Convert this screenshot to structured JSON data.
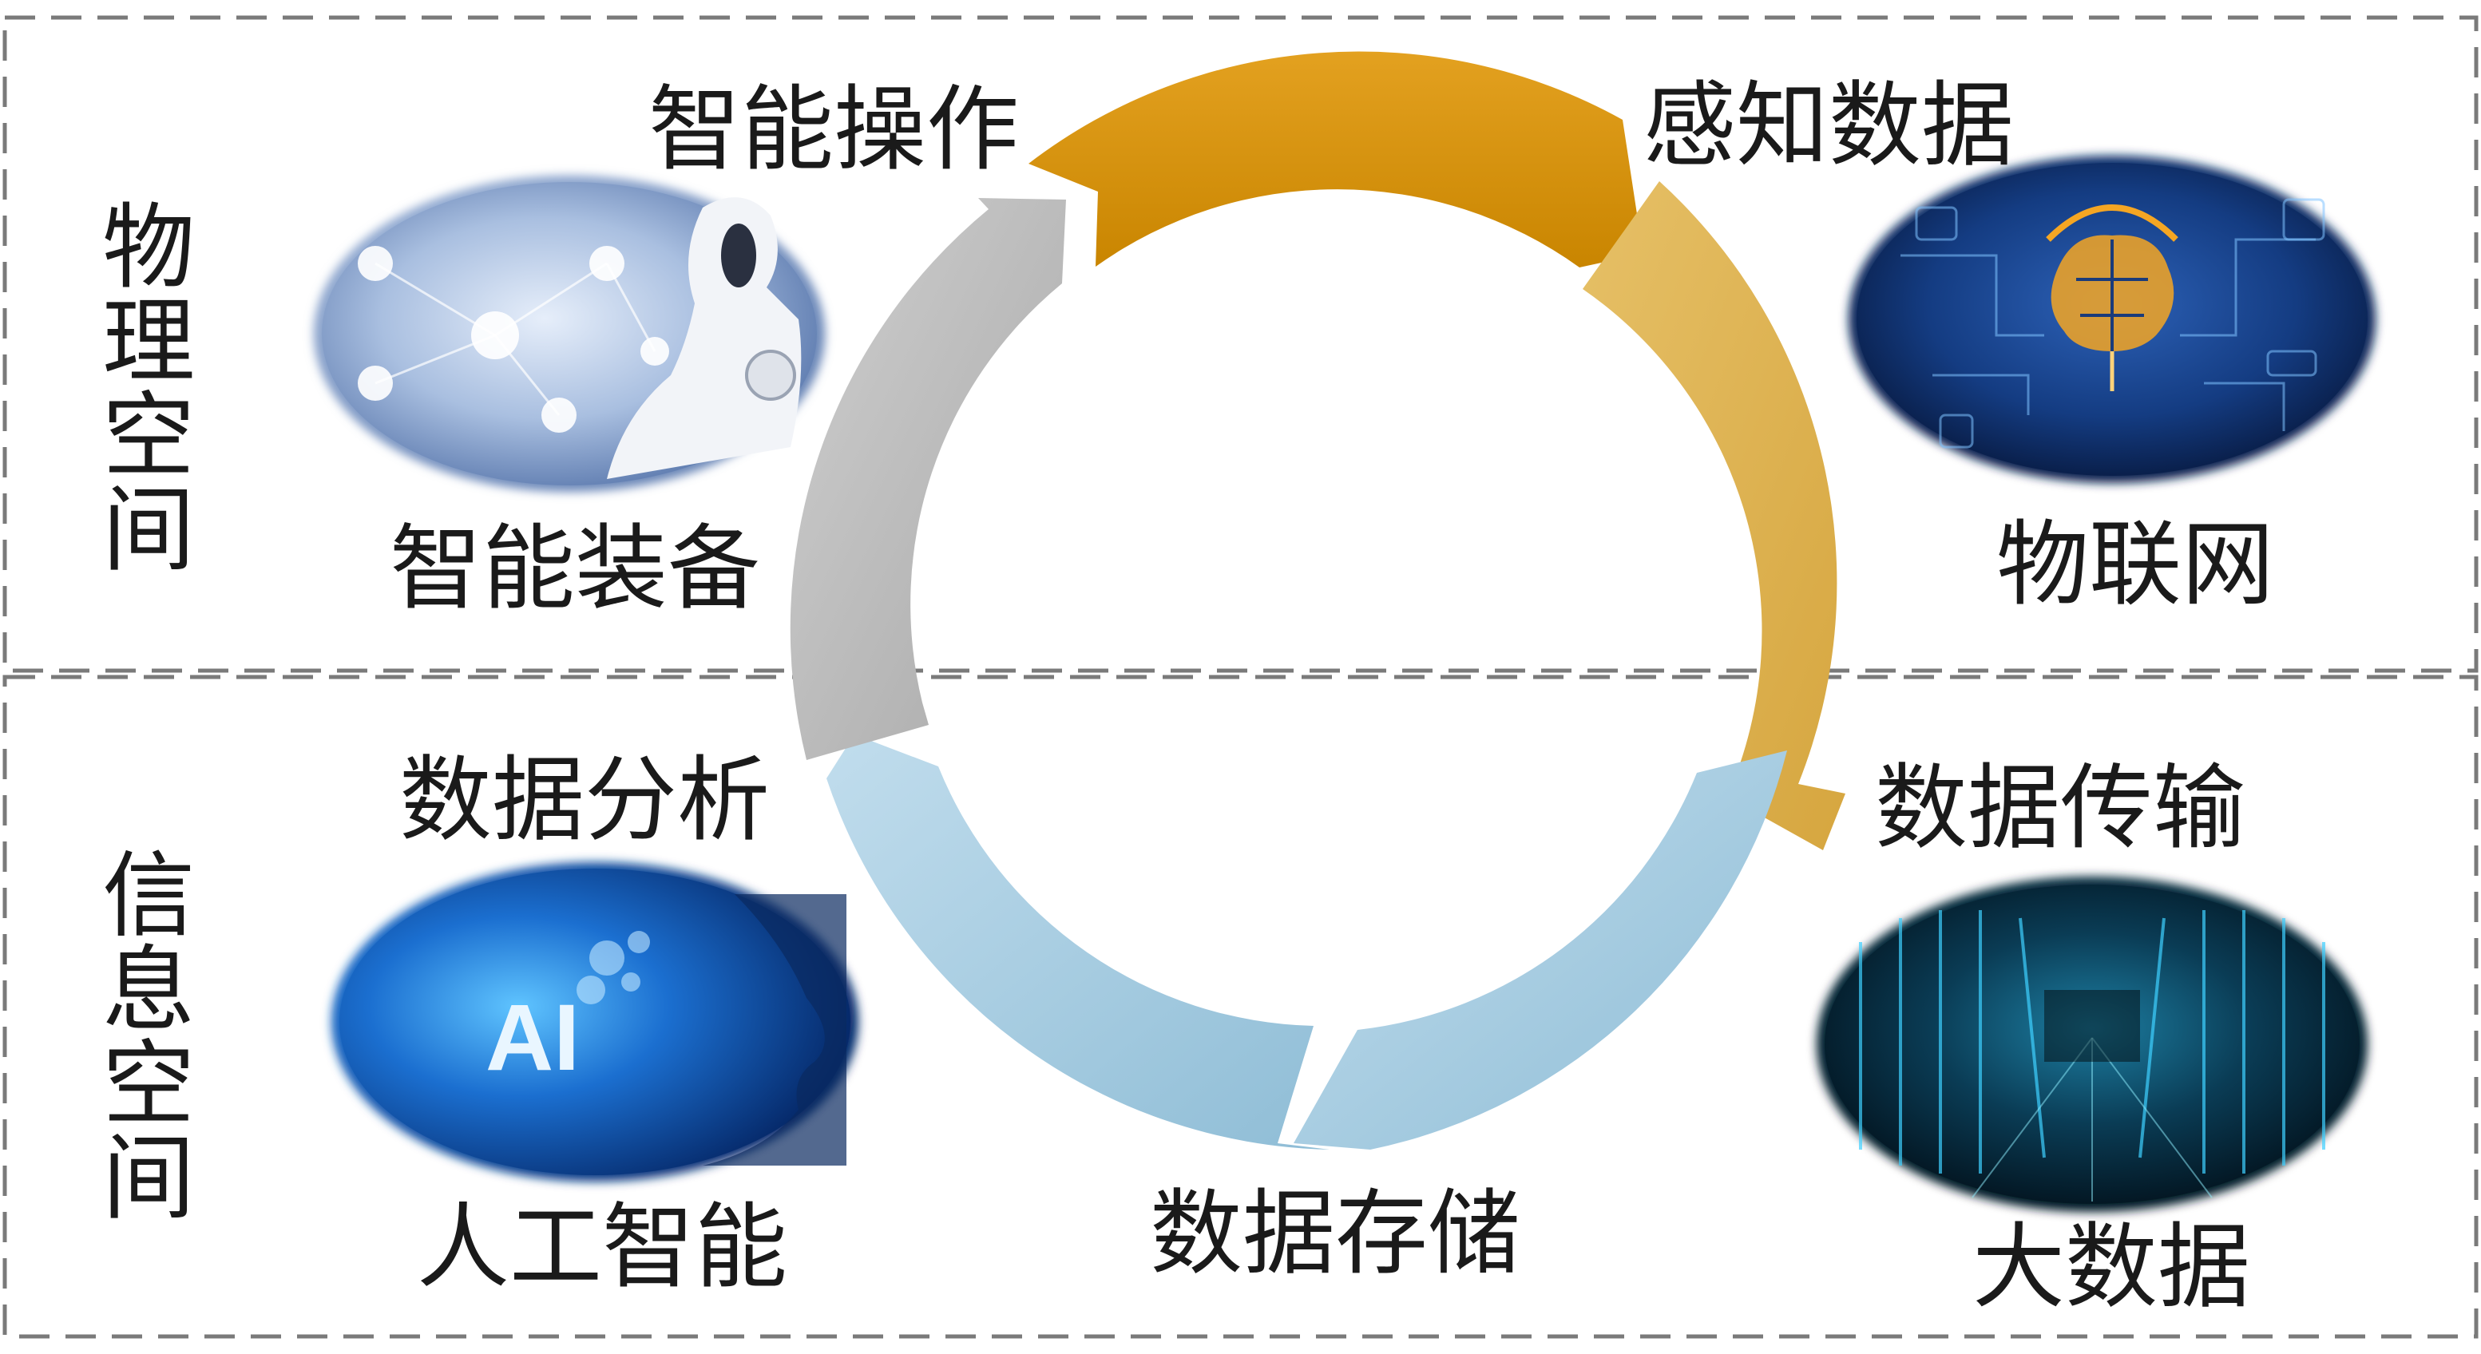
{
  "regions": {
    "physical": "物理空间",
    "information": "信息空间"
  },
  "cycle": {
    "smart_operation": "智能操作",
    "sense_data": "感知数据",
    "data_transmission": "数据传输",
    "data_storage": "数据存储",
    "data_analysis": "数据分析"
  },
  "items": {
    "smart_equipment": "智能装备",
    "iot": "物联网",
    "big_data": "大数据",
    "ai": "人工智能",
    "ai_logo": "AI"
  },
  "colors": {
    "arrow_orange": "#d4910c",
    "arrow_gold": "#dfb65a",
    "arrow_blue": "#9cc6dc",
    "arrow_gray": "#bcbcbc",
    "border": "#7a7a7a"
  }
}
